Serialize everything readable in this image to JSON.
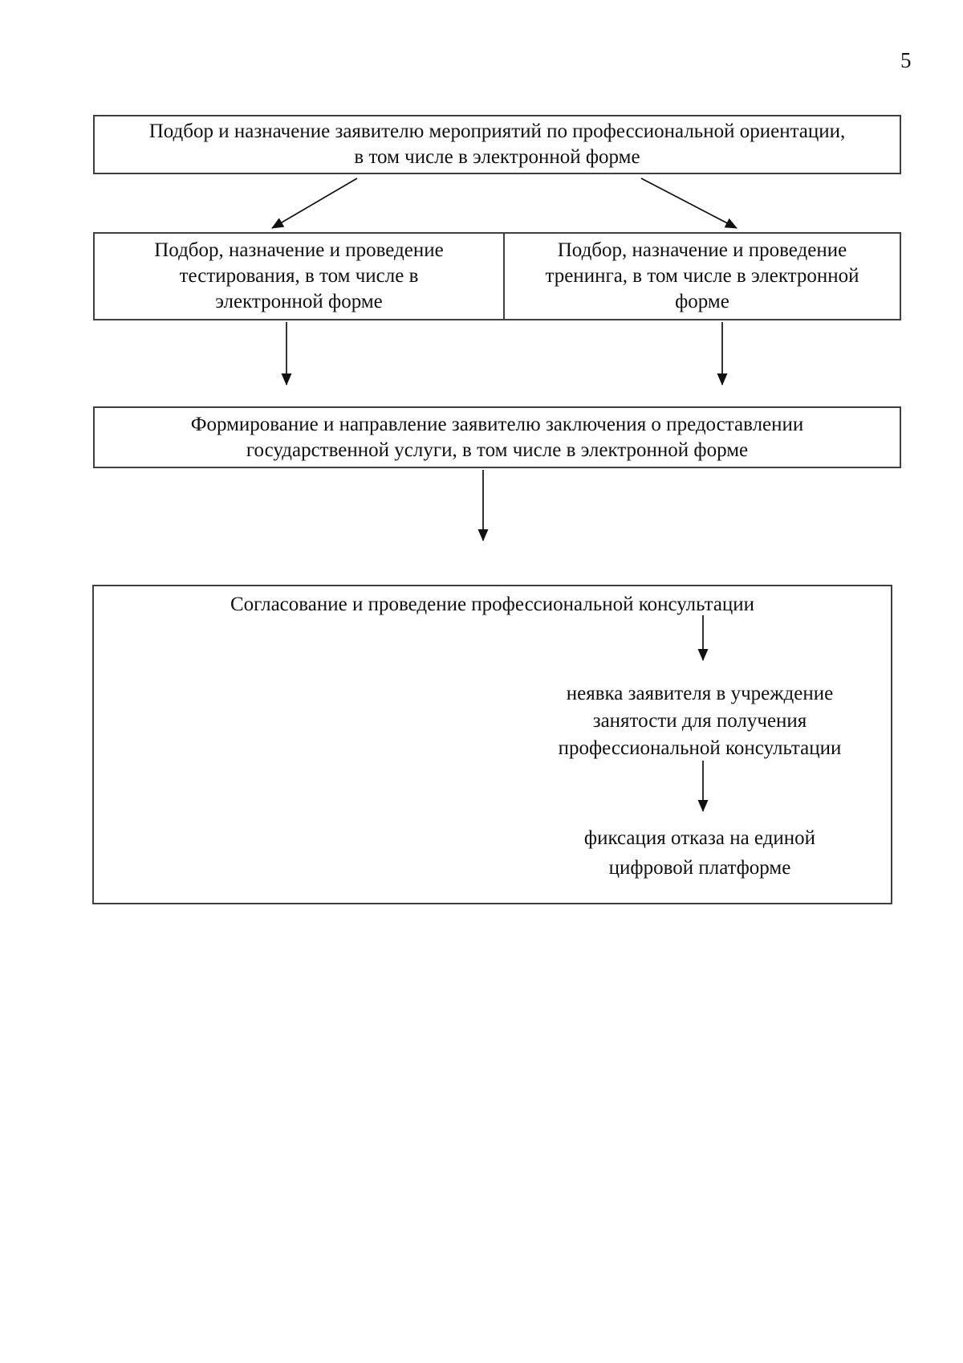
{
  "page": {
    "number": "5"
  },
  "flowchart": {
    "nodes": {
      "orientation": {
        "text": "Подбор и назначение заявителю мероприятий по профессиональной ориентации,\nв том числе в электронной форме"
      },
      "testing": {
        "text": "Подбор, назначение и проведение\nтестирования, в том числе в\nэлектронной форме"
      },
      "training": {
        "text": "Подбор, назначение и проведение\nтренинга, в том числе в электронной\nформе"
      },
      "conclusion": {
        "text": "Формирование и направление заявителю заключения о предоставлении\nгосударственной услуги, в том числе в электронной форме"
      },
      "consultation": {
        "text": "Согласование и проведение профессиональной консультации"
      },
      "no_show": {
        "text": "неявка заявителя в учреждение\nзанятости для получения\nпрофессиональной консультации"
      },
      "refusal": {
        "text": "фиксация отказа на единой\nцифровой платформе"
      }
    },
    "colors": {
      "background": "#ffffff",
      "text": "#111111",
      "border": "#3f3f3f",
      "arrow": "#111111"
    }
  }
}
